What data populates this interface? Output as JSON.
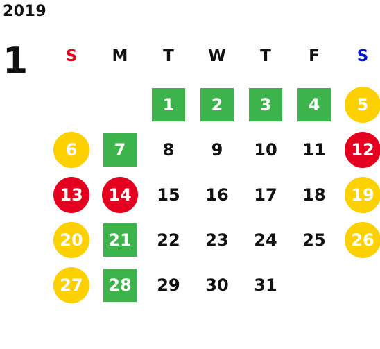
{
  "calendar": {
    "year": "2019",
    "month": "1",
    "weekdays": [
      "S",
      "M",
      "T",
      "W",
      "T",
      "F",
      "S"
    ],
    "weekday_colors": [
      "#e8001c",
      "#111111",
      "#111111",
      "#111111",
      "#111111",
      "#111111",
      "#0018d6"
    ],
    "first_weekday_index": 2,
    "days": [
      {
        "label": "1",
        "style": "green"
      },
      {
        "label": "2",
        "style": "green"
      },
      {
        "label": "3",
        "style": "green"
      },
      {
        "label": "4",
        "style": "green"
      },
      {
        "label": "5",
        "style": "yellow"
      },
      {
        "label": "6",
        "style": "yellow"
      },
      {
        "label": "7",
        "style": "green"
      },
      {
        "label": "8",
        "style": "plain"
      },
      {
        "label": "9",
        "style": "plain"
      },
      {
        "label": "10",
        "style": "plain"
      },
      {
        "label": "11",
        "style": "plain"
      },
      {
        "label": "12",
        "style": "red"
      },
      {
        "label": "13",
        "style": "red"
      },
      {
        "label": "14",
        "style": "red"
      },
      {
        "label": "15",
        "style": "plain"
      },
      {
        "label": "16",
        "style": "plain"
      },
      {
        "label": "17",
        "style": "plain"
      },
      {
        "label": "18",
        "style": "plain"
      },
      {
        "label": "19",
        "style": "yellow"
      },
      {
        "label": "20",
        "style": "yellow"
      },
      {
        "label": "21",
        "style": "green"
      },
      {
        "label": "22",
        "style": "plain"
      },
      {
        "label": "23",
        "style": "plain"
      },
      {
        "label": "24",
        "style": "plain"
      },
      {
        "label": "25",
        "style": "plain"
      },
      {
        "label": "26",
        "style": "yellow"
      },
      {
        "label": "27",
        "style": "yellow"
      },
      {
        "label": "28",
        "style": "green"
      },
      {
        "label": "29",
        "style": "plain"
      },
      {
        "label": "30",
        "style": "plain"
      },
      {
        "label": "31",
        "style": "plain"
      }
    ]
  },
  "colors": {
    "green": "#3cb44b",
    "yellow": "#fdd000",
    "red": "#e50020",
    "text": "#111111"
  }
}
